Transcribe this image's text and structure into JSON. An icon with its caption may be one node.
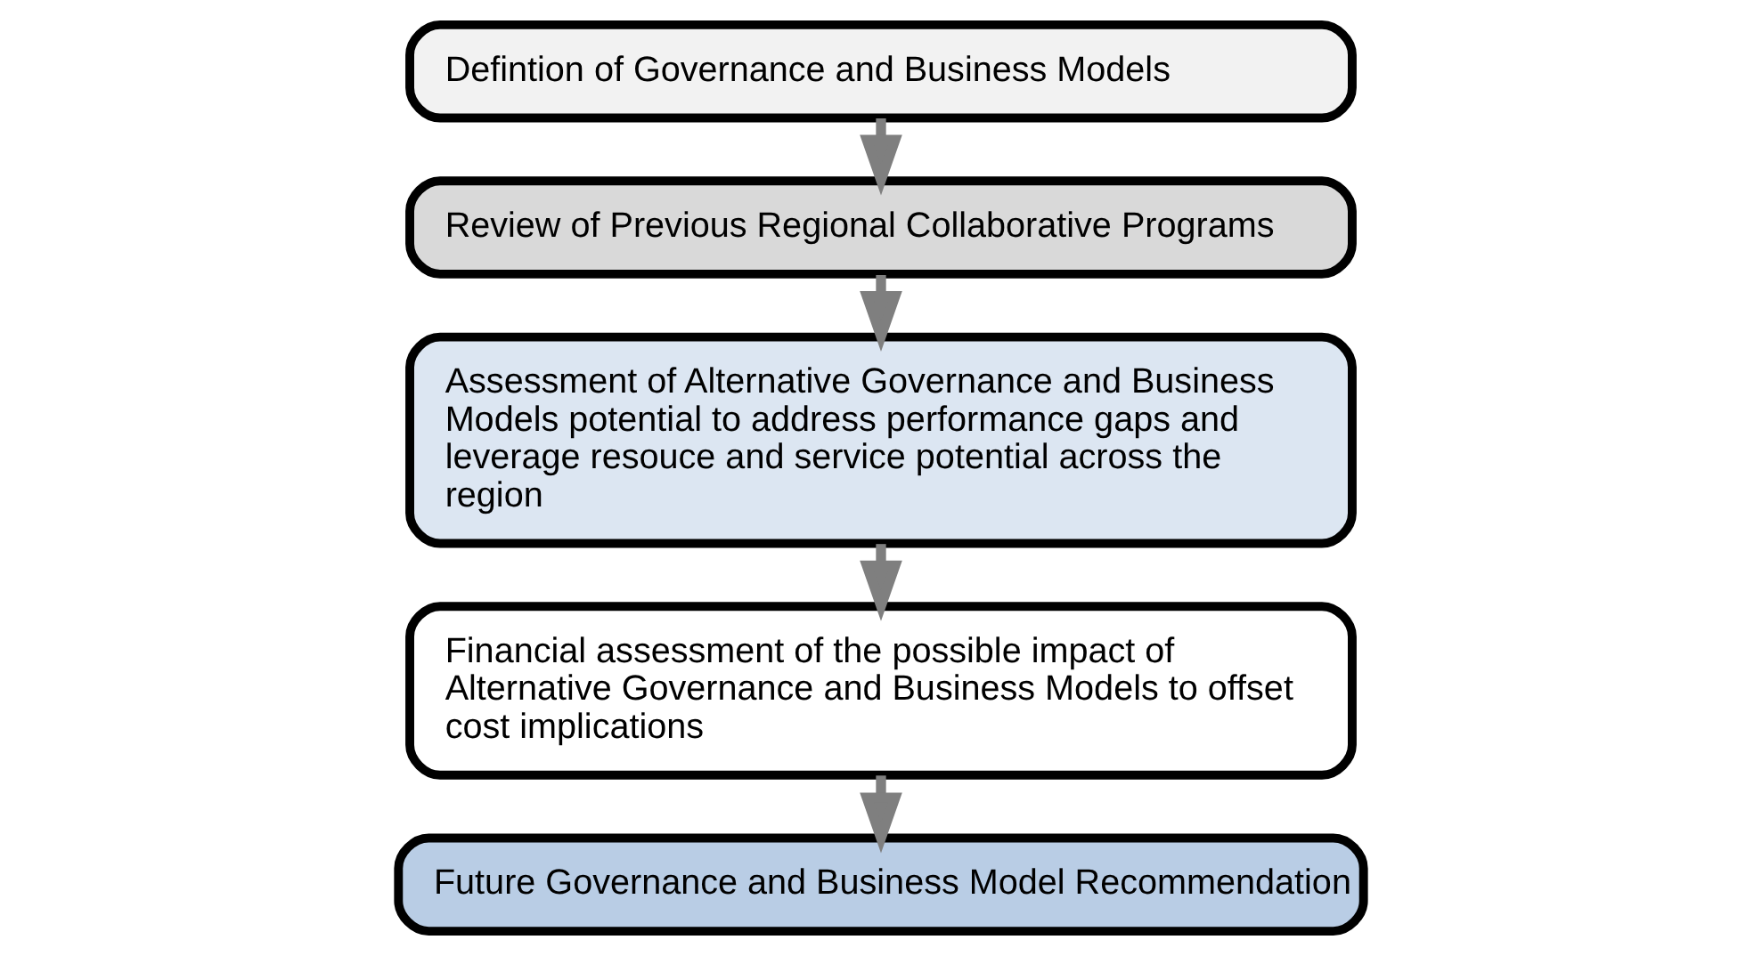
{
  "diagram": {
    "nodes": [
      {
        "text": [
          "Defintion of Governance and Business Models"
        ]
      },
      {
        "text": [
          "Review of Previous Regional Collaborative Programs"
        ]
      },
      {
        "text": [
          "Assessment of Alternative Governance and Business Models potential to address performance gaps and leverage resouce and service potential across the region"
        ]
      },
      {
        "text": [
          "Financial assessment of the possible impact of Alternative Governance and Business Models to offset cost implications"
        ]
      },
      {
        "text": [
          "Future Governance and Business Model Recommendation"
        ]
      }
    ],
    "edges": [
      {
        "from": 0,
        "to": 1,
        "arrow": "to"
      },
      {
        "from": 1,
        "to": 2,
        "arrow": "to"
      },
      {
        "from": 2,
        "to": 3,
        "arrow": "to"
      },
      {
        "from": 3,
        "to": 4,
        "arrow": "to"
      }
    ]
  }
}
